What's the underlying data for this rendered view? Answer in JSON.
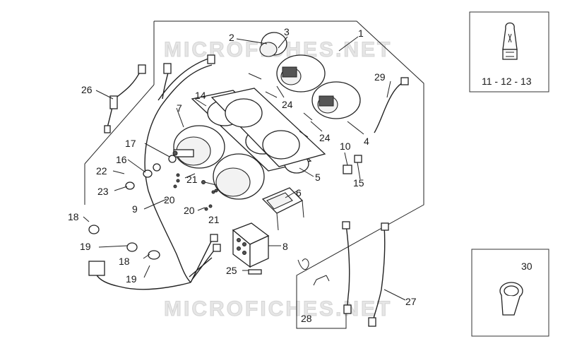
{
  "watermarks": [
    "MICROFICHES.NET",
    "MICROFICHES.NET"
  ],
  "inset_bulb": {
    "label": "11 - 12 - 13"
  },
  "inset_clamp": {
    "label": "30"
  },
  "callouts": [
    "1",
    "2",
    "3",
    "4",
    "5",
    "6",
    "7",
    "8",
    "9",
    "10",
    "14",
    "15",
    "16",
    "17",
    "18",
    "18",
    "19",
    "19",
    "20",
    "20",
    "21",
    "21",
    "22",
    "23",
    "24",
    "24",
    "25",
    "26",
    "27",
    "28",
    "29"
  ]
}
